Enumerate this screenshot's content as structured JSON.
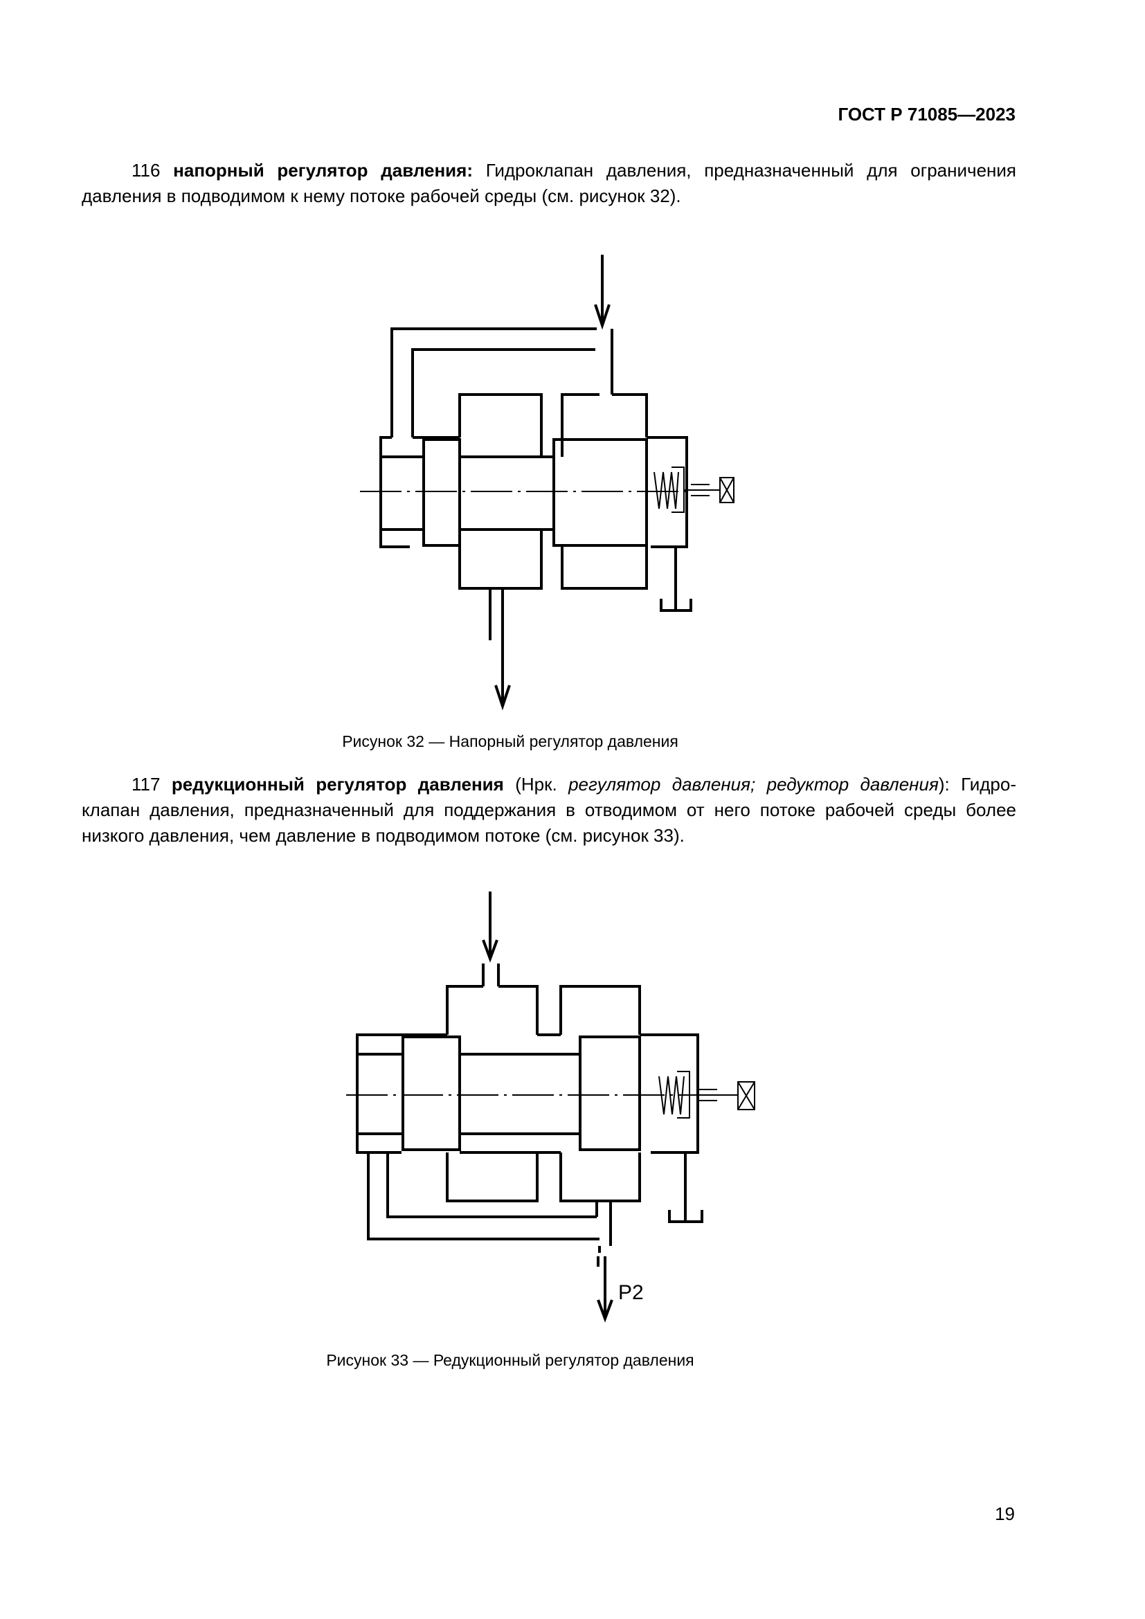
{
  "header": {
    "doc_id": "ГОСТ Р 71085—2023"
  },
  "term116": {
    "number": "116",
    "term": "напорный регулятор давления:",
    "definition": "Гидроклапан давления, предназначенный для ограничения давления в подводимом к нему потоке рабочей среды (см. рисунок 32)."
  },
  "figure32": {
    "caption": "Рисунок 32 — Напорный регулятор давления"
  },
  "term117": {
    "number": "117",
    "term": "редукционный регулятор давления",
    "paren_open": " (Нрк. ",
    "alt_terms": "регулятор давления; редуктор давления",
    "paren_close": "): ",
    "definition": "Гидро-клапан давления, предназначенный для поддержания в отводимом от него потоке рабочей среды более низкого давления, чем давление в подводимом потоке (см. рисунок 33)."
  },
  "figure33": {
    "caption": "Рисунок 33 — Редукционный регулятор давления",
    "port_label": "P2"
  },
  "page": {
    "number": "19"
  }
}
